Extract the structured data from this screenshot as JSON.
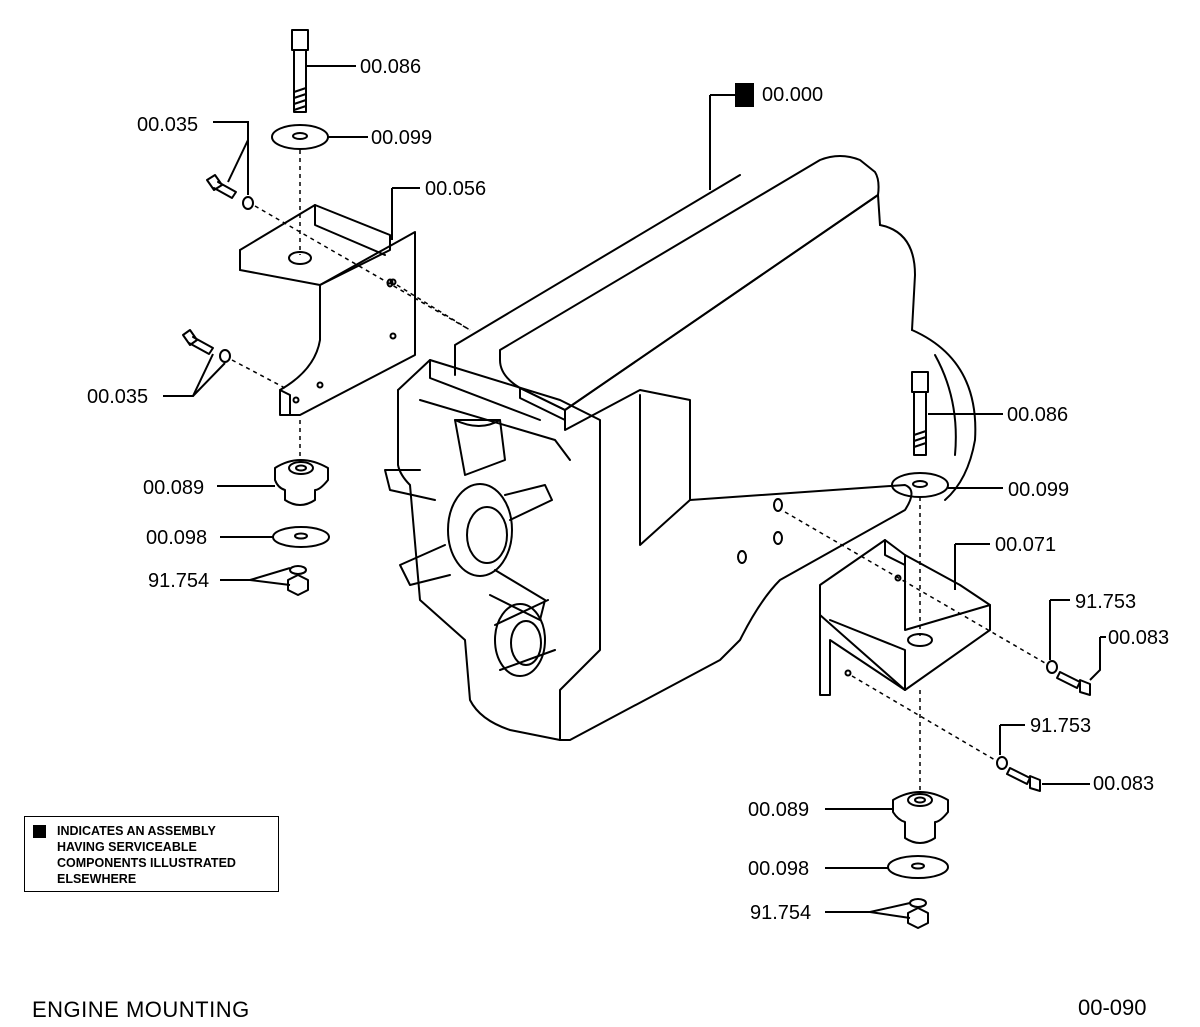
{
  "diagram": {
    "title": "ENGINE  MOUNTING",
    "page_code": "00-090",
    "legend": {
      "lines": [
        "INDICATES AN ASSEMBLY",
        "HAVING SERVICEABLE",
        "COMPONENTS ILLUSTRATED",
        "ELSEWHERE"
      ]
    },
    "callouts": {
      "bolt_top_left": "00.086",
      "washer_top_left": "00.099",
      "bolt_washer_upper_left": "00.035",
      "bracket_left": "00.056",
      "bolt_washer_lower_left": "00.035",
      "engine_assembly": "00.000",
      "mount_left": "00.089",
      "flat_washer_left": "00.098",
      "nut_left": "91.754",
      "bolt_top_right": "00.086",
      "washer_top_right": "00.099",
      "bracket_right": "00.071",
      "lockwasher_upper_right": "91.753",
      "screw_upper_right": "00.083",
      "lockwasher_lower_right": "91.753",
      "screw_lower_right": "00.083",
      "mount_right": "00.089",
      "flat_washer_right": "00.098",
      "nut_right": "91.754"
    }
  }
}
